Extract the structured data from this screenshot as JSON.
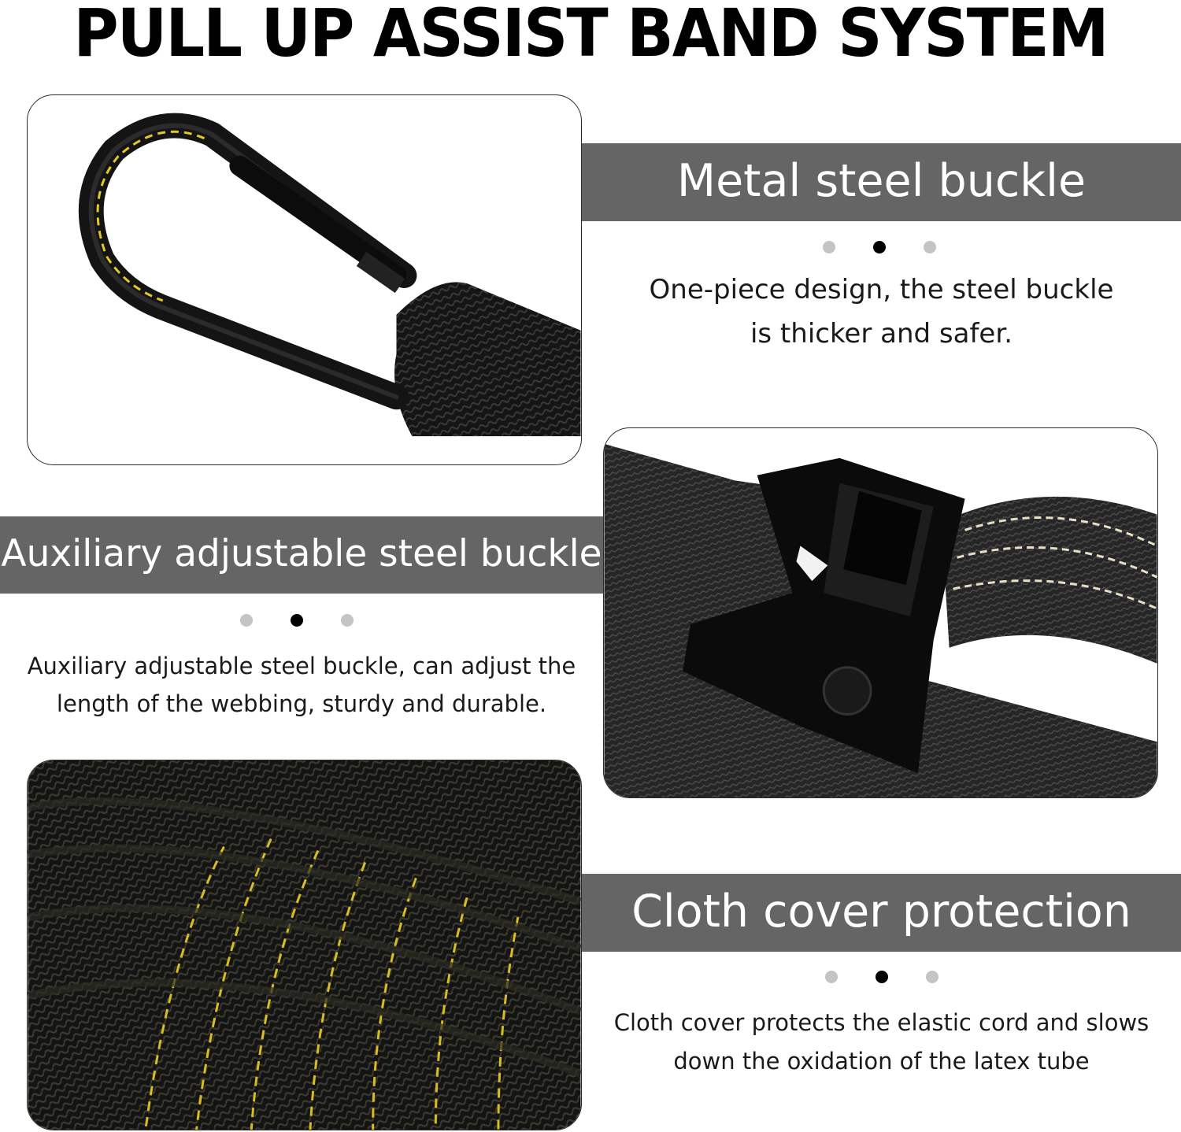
{
  "header": {
    "title": "PULL UP ASSIST BAND SYSTEM"
  },
  "features": [
    {
      "heading": "Metal steel buckle",
      "lines": [
        "One-piece design, the steel buckle",
        "is thicker and safer."
      ],
      "image_icon": "carabiner-hook-icon"
    },
    {
      "heading": "Auxiliary adjustable steel buckle",
      "lines": [
        "Auxiliary adjustable steel buckle, can adjust the",
        "length of the webbing, sturdy and durable."
      ],
      "image_icon": "cam-buckle-strap-icon"
    },
    {
      "heading": "Cloth cover protection",
      "lines": [
        "Cloth cover protects the elastic cord and slows",
        "down the oxidation of the latex tube"
      ],
      "image_icon": "woven-cloth-cover-icon"
    }
  ],
  "colors": {
    "band": "#656565",
    "dot_active": "#000000",
    "dot_inactive": "#c4c4c4",
    "stitch": "#e5c826",
    "webbing": "#1c1c1c"
  },
  "pagination": {
    "active_index": 1,
    "count": 3
  }
}
